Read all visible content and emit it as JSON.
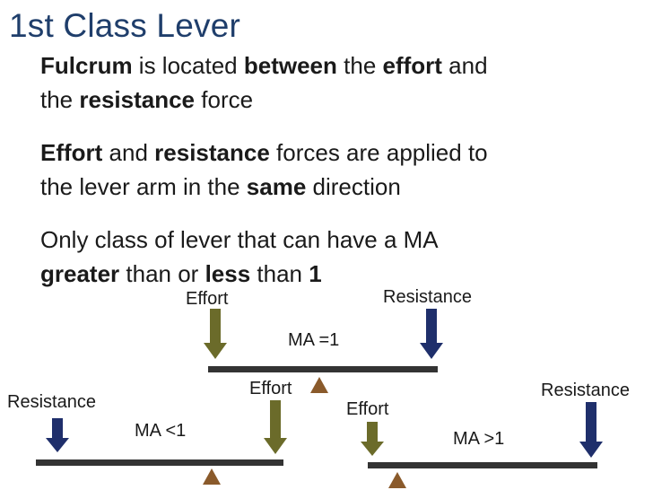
{
  "title": "1st Class Lever",
  "bullets": [
    {
      "parts": [
        {
          "t": "Fulcrum",
          "b": true
        },
        {
          "t": " is located ",
          "b": false
        },
        {
          "t": "between",
          "b": true
        },
        {
          "t": " the ",
          "b": false
        },
        {
          "t": "effort",
          "b": true
        },
        {
          "t": " and",
          "b": false
        },
        {
          "br": true
        },
        {
          "t": "the ",
          "b": false
        },
        {
          "t": "resistance",
          "b": true
        },
        {
          "t": " force",
          "b": false
        }
      ]
    },
    {
      "parts": [
        {
          "t": "Effort",
          "b": true
        },
        {
          "t": " and ",
          "b": false
        },
        {
          "t": "resistance",
          "b": true
        },
        {
          "t": " forces are applied to",
          "b": false
        },
        {
          "br": true
        },
        {
          "t": "the lever arm in the ",
          "b": false
        },
        {
          "t": "same",
          "b": true
        },
        {
          "t": " direction",
          "b": false
        }
      ]
    },
    {
      "parts": [
        {
          "t": "Only class of lever that can have a MA",
          "b": false
        },
        {
          "br": true
        },
        {
          "t": "greater",
          "b": true
        },
        {
          "t": " than or ",
          "b": false
        },
        {
          "t": "less",
          "b": true
        },
        {
          "t": " than ",
          "b": false
        },
        {
          "t": "1",
          "b": true
        }
      ]
    }
  ],
  "diagrams": {
    "top": {
      "effort": "Effort",
      "resistance": "Resistance",
      "ma": "MA =1"
    },
    "left": {
      "effort": "Effort",
      "resistance": "Resistance",
      "ma": "MA <1"
    },
    "right": {
      "effort": "Effort",
      "resistance": "Resistance",
      "ma": "MA >1"
    }
  },
  "colors": {
    "title": "#1f3e6b",
    "effort_arrow": "#6b6b2a",
    "resistance_arrow": "#1f2f6b",
    "fulcrum": "#8a5a2b",
    "beam": "#333333"
  }
}
